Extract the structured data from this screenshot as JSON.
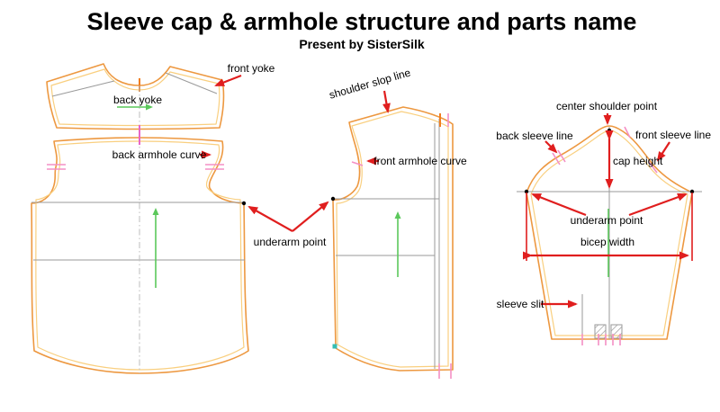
{
  "header": {
    "title": "Sleeve cap & armhole structure and parts name",
    "subtitle": "Present by SisterSilk"
  },
  "labels": {
    "front_yoke": "front yoke",
    "back_yoke": "back yoke",
    "back_armhole_curve": "back armhole curve",
    "shoulder_slop_line": "shoulder slop line",
    "front_armhole_curve": "front armhole curve",
    "underarm_point_bodice": "underarm point",
    "center_shoulder_point": "center shoulder point",
    "back_sleeve_line": "back sleeve line",
    "front_sleeve_line": "front sleeve line",
    "cap_height": "cap height",
    "underarm_point_sleeve": "underarm point",
    "bicep_width": "bicep width",
    "sleeve_slit": "sleeve slit"
  },
  "colors": {
    "pattern_outer": "#ED9840",
    "pattern_inner": "#F9CF7F",
    "annotation_red": "#E01E1E",
    "grain_green": "#5BC85B",
    "guide_gray": "#9A9A9A",
    "notch_pink": "#F48FC5",
    "center_magenta": "#E866C8",
    "fold_cyan": "#35BDB2",
    "tick_orange": "#F07D1F"
  }
}
